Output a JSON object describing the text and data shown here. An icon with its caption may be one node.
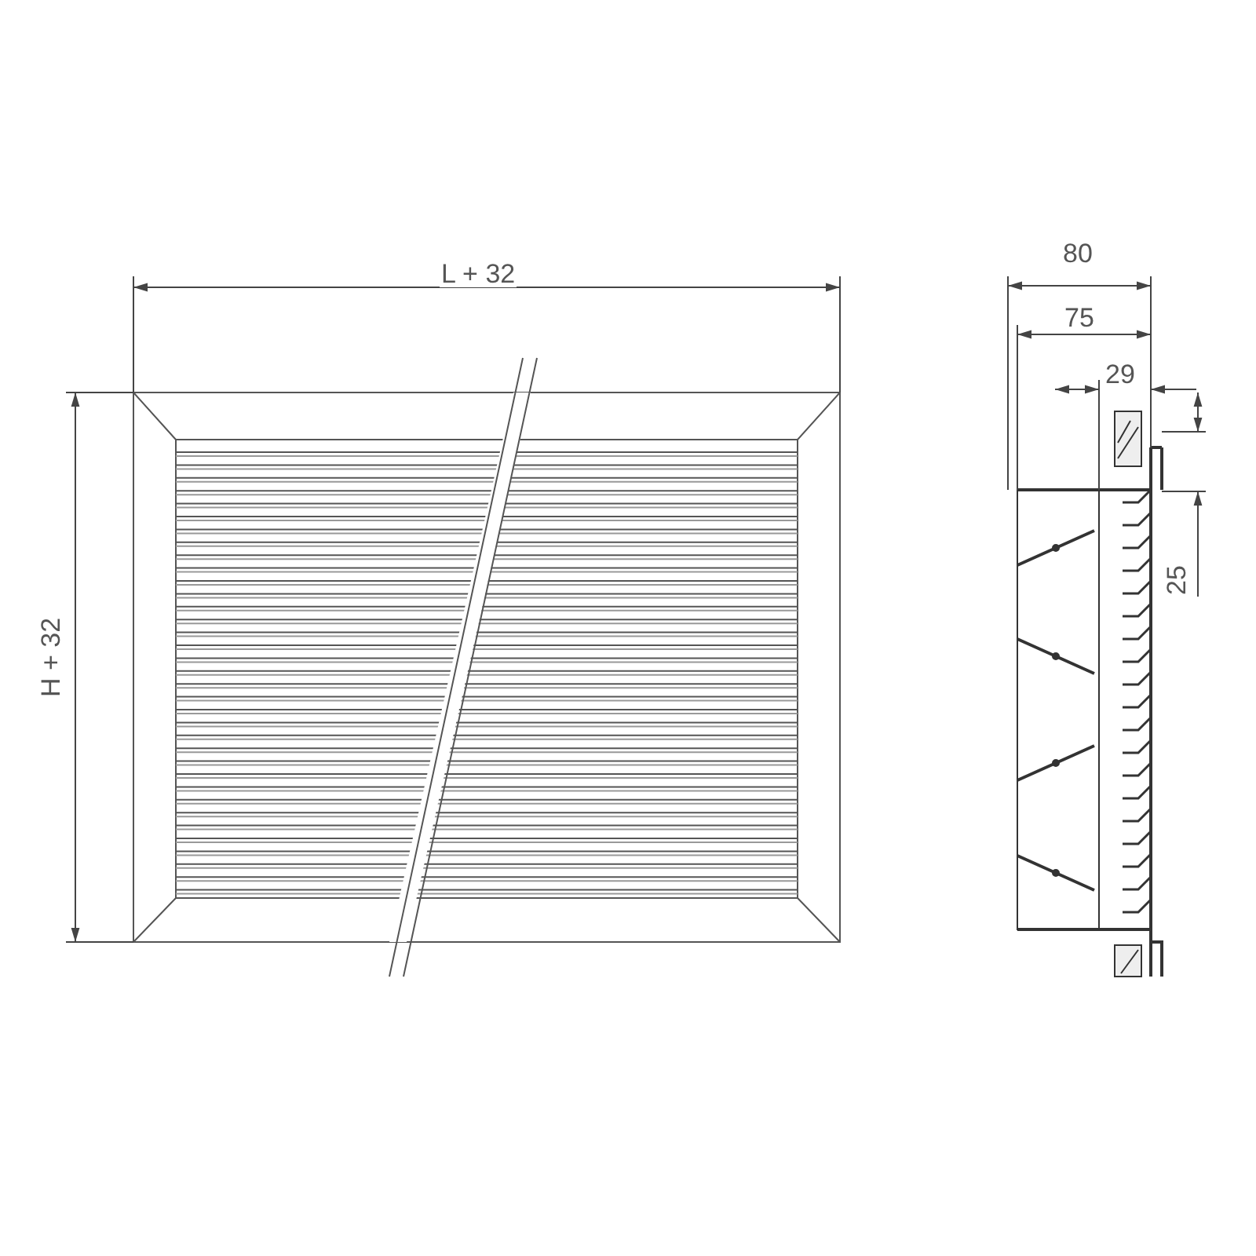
{
  "diagram": {
    "labels": [
      "L + 32",
      "H + 32",
      "80",
      "75",
      "29",
      "25"
    ]
  }
}
